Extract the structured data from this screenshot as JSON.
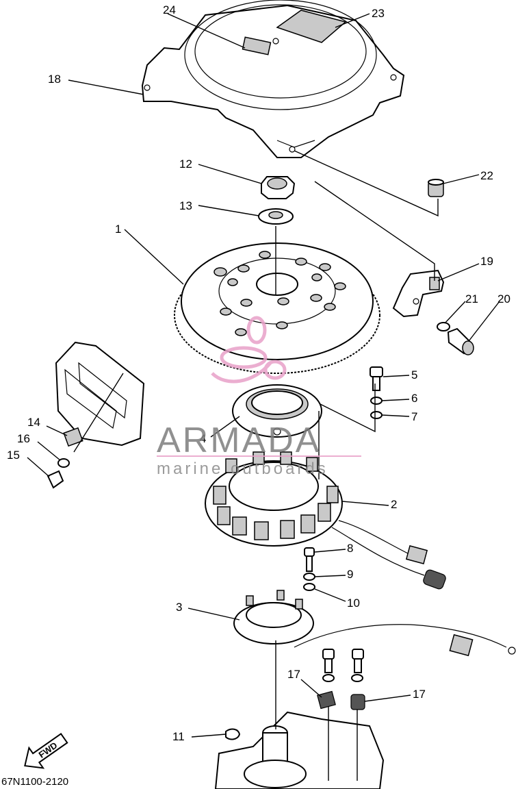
{
  "diagram": {
    "labels": [
      {
        "id": "1",
        "text": "1"
      },
      {
        "id": "2",
        "text": "2"
      },
      {
        "id": "3",
        "text": "3"
      },
      {
        "id": "4",
        "text": "4"
      },
      {
        "id": "5",
        "text": "5"
      },
      {
        "id": "6",
        "text": "6"
      },
      {
        "id": "7",
        "text": "7"
      },
      {
        "id": "8",
        "text": "8"
      },
      {
        "id": "9",
        "text": "9"
      },
      {
        "id": "10",
        "text": "10"
      },
      {
        "id": "11",
        "text": "11"
      },
      {
        "id": "12",
        "text": "12"
      },
      {
        "id": "13",
        "text": "13"
      },
      {
        "id": "14",
        "text": "14"
      },
      {
        "id": "15",
        "text": "15"
      },
      {
        "id": "16",
        "text": "16"
      },
      {
        "id": "17a",
        "text": "17"
      },
      {
        "id": "17b",
        "text": "17"
      },
      {
        "id": "18",
        "text": "18"
      },
      {
        "id": "19",
        "text": "19"
      },
      {
        "id": "20",
        "text": "20"
      },
      {
        "id": "21",
        "text": "21"
      },
      {
        "id": "22",
        "text": "22"
      },
      {
        "id": "23",
        "text": "23"
      },
      {
        "id": "24",
        "text": "24"
      }
    ],
    "drawing_code": "67N1100-2120",
    "fwd_arrow_text": "FWD"
  },
  "watermark": {
    "name": "ARMADA",
    "tagline": "marine outboards",
    "brand_pink": "#e8a0c8",
    "text_grey": "#7d7d7d"
  }
}
